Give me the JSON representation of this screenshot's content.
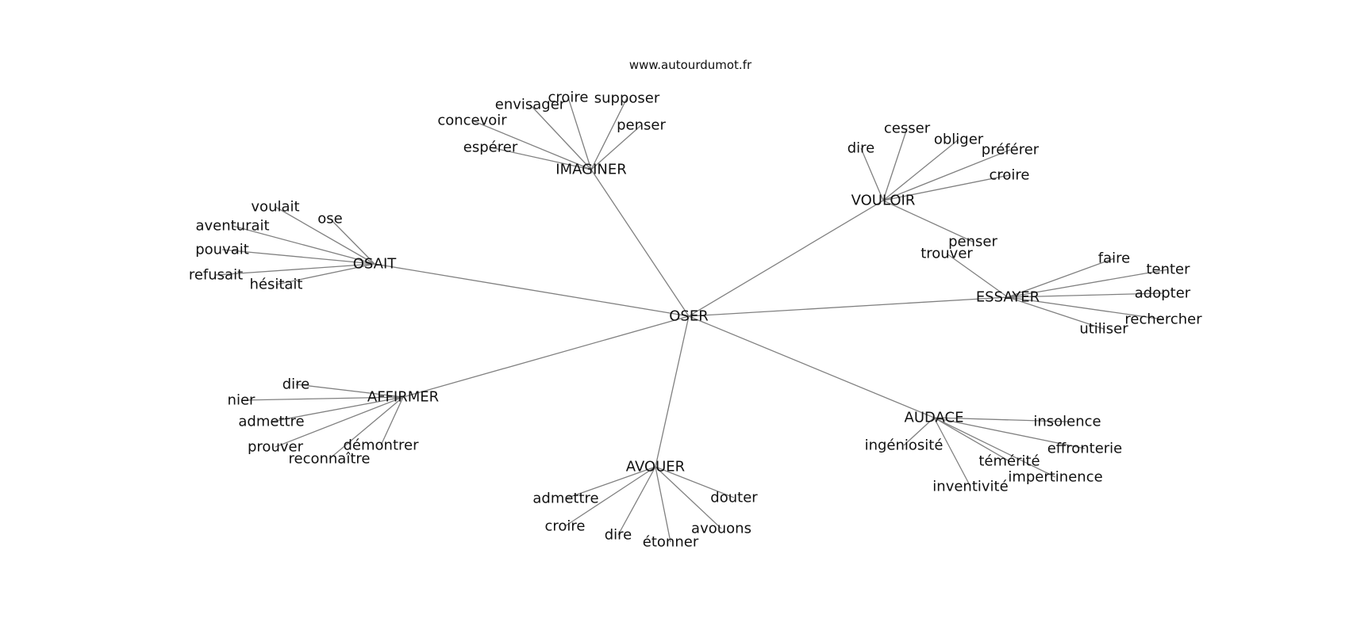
{
  "site": "www.autourdumot.fr",
  "center": "OSER",
  "groups": [
    {
      "label": "IMAGINER",
      "leaves": [
        "envisager",
        "croire",
        "supposer",
        "concevoir",
        "penser",
        "espérer"
      ]
    },
    {
      "label": "VOULOIR",
      "leaves": [
        "dire",
        "cesser",
        "obliger",
        "préférer",
        "croire",
        "penser"
      ]
    },
    {
      "label": "OSAIT",
      "leaves": [
        "voulait",
        "ose",
        "aventurait",
        "pouvait",
        "refusait",
        "hésitait"
      ]
    },
    {
      "label": "ESSAYER",
      "leaves": [
        "trouver",
        "faire",
        "tenter",
        "adopter",
        "rechercher",
        "utiliser"
      ]
    },
    {
      "label": "AFFIRMER",
      "leaves": [
        "dire",
        "nier",
        "admettre",
        "prouver",
        "démontrer",
        "reconnaître"
      ]
    },
    {
      "label": "AUDACE",
      "leaves": [
        "insolence",
        "ingéniosité",
        "effronterie",
        "témérité",
        "impertinence",
        "inventivité"
      ]
    },
    {
      "label": "AVOUER",
      "leaves": [
        "admettre",
        "douter",
        "croire",
        "avouons",
        "dire",
        "étonner"
      ]
    }
  ]
}
